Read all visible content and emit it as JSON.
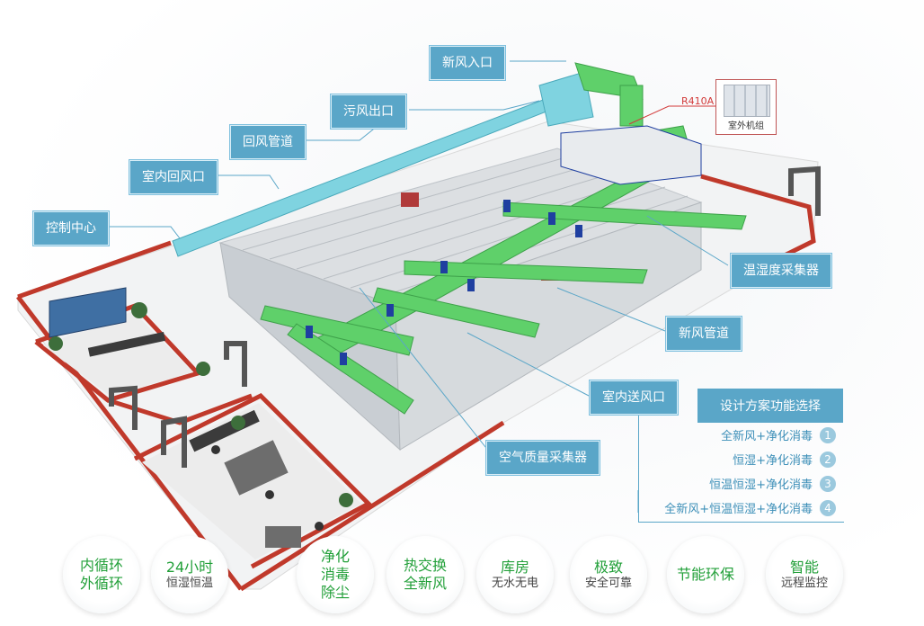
{
  "callouts": {
    "fresh_air_inlet": "新风入口",
    "exhaust_outlet": "污风出口",
    "return_duct": "回风管道",
    "indoor_return_vent": "室内回风口",
    "control_center": "控制中心",
    "temp_humidity_collector": "温湿度采集器",
    "fresh_air_duct": "新风管道",
    "indoor_supply_vent": "室内送风口",
    "air_quality_collector": "空气质量采集器"
  },
  "refrigerant_label": "R410A",
  "outdoor_unit_label": "室外机组",
  "options": {
    "title": "设计方案功能选择",
    "items": [
      {
        "label": "全新风+净化消毒",
        "num": "1"
      },
      {
        "label": "恒湿+净化消毒",
        "num": "2"
      },
      {
        "label": "恒温恒湿+净化消毒",
        "num": "3"
      },
      {
        "label": "全新风+恒温恒湿+净化消毒",
        "num": "4"
      }
    ]
  },
  "features": [
    {
      "line1": "内循环",
      "line2": "外循环"
    },
    {
      "line1": "24小时",
      "line2": "恒湿恒温"
    },
    {
      "line1": "净化",
      "line2": "消毒",
      "line3": "除尘"
    },
    {
      "line1": "热交换",
      "line2": "全新风"
    },
    {
      "line1": "库房",
      "line2": "无水无电"
    },
    {
      "line1": "极致",
      "line2": "安全可靠"
    },
    {
      "line1": "节能环保",
      "line2": ""
    },
    {
      "line1": "智能",
      "line2": "远程监控"
    }
  ],
  "colors": {
    "callout_bg": "#5aa6c8",
    "duct_green": "#5fd06a",
    "duct_cyan": "#7fd3e0",
    "wall_red": "#c0392b",
    "feature_green": "#23a03a"
  }
}
